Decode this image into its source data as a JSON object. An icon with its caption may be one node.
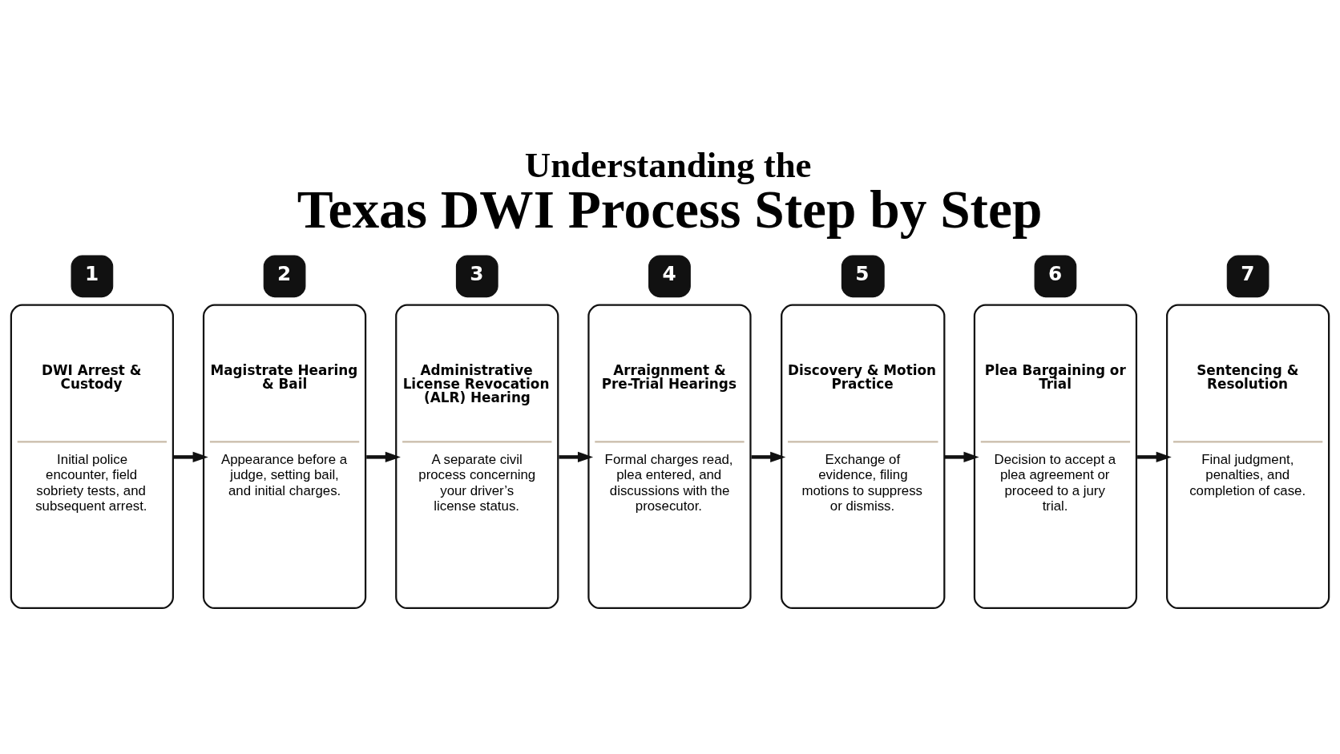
{
  "diagram": {
    "title": "Understanding the Texas DWI Process Step by Step",
    "nodes": [
      {
        "text": [
          "DWI Arrest & Custody",
          "Initial police encounter, field sobriety tests, and subsequent arrest."
        ],
        "beside": [
          "1"
        ]
      },
      {
        "text": [
          "Magistrate Hearing & Bail",
          "Appearance before a judge, setting bail, and initial charges."
        ],
        "beside": [
          "2"
        ]
      },
      {
        "text": [
          "Administrative License Revocation (ALR) Hearing",
          "A separate civil process concerning your driver’s license status."
        ],
        "beside": [
          "3"
        ]
      },
      {
        "text": [
          "Arraignment & Pre-Trial Hearings",
          "Formal charges read, plea entered, and discussions with the prosecutor."
        ],
        "beside": [
          "4"
        ]
      },
      {
        "text": [
          "Discovery & Motion Practice",
          "Exchange of evidence, filing motions to suppress or dismiss."
        ],
        "beside": [
          "5"
        ]
      },
      {
        "text": [
          "Plea Bargaining or Trial",
          "Decision to accept a plea agreement or proceed to a jury trial."
        ],
        "beside": [
          "6"
        ]
      },
      {
        "text": [
          "Sentencing & Resolution",
          "Final judgment, penalties, and completion of case."
        ],
        "beside": [
          "7"
        ]
      }
    ],
    "edges": [
      {
        "from": 0,
        "to": 1,
        "arrow": "to"
      },
      {
        "from": 1,
        "to": 2,
        "arrow": "to"
      },
      {
        "from": 2,
        "to": 3,
        "arrow": "to"
      },
      {
        "from": 3,
        "to": 4,
        "arrow": "to"
      },
      {
        "from": 4,
        "to": 5,
        "arrow": "to"
      },
      {
        "from": 5,
        "to": 6,
        "arrow": "to"
      }
    ]
  }
}
